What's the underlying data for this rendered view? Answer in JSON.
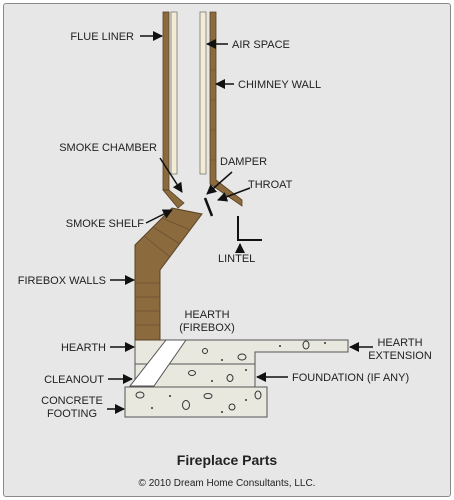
{
  "labels": {
    "flue_liner": "FLUE LINER",
    "air_space": "AIR SPACE",
    "chimney_wall": "CHIMNEY WALL",
    "smoke_chamber": "SMOKE CHAMBER",
    "damper": "DAMPER",
    "throat": "THROAT",
    "smoke_shelf": "SMOKE SHELF",
    "lintel": "LINTEL",
    "firebox_walls": "FIREBOX WALLS",
    "hearth_firebox_1": "HEARTH",
    "hearth_firebox_2": "(FIREBOX)",
    "hearth": "HEARTH",
    "hearth_extension_1": "HEARTH",
    "hearth_extension_2": "EXTENSION",
    "cleanout": "CLEANOUT",
    "foundation": "FOUNDATION (IF ANY)",
    "concrete_footing_1": "CONCRETE",
    "concrete_footing_2": "FOOTING"
  },
  "caption": {
    "title": "Fireplace Parts",
    "copyright": "© 2010 Dream Home Consultants, LLC."
  },
  "colors": {
    "background": "#e7e7e7",
    "brick": "#8b6a3e",
    "liner": "#f4ecd2",
    "concrete": "#e9e8df",
    "label_text": "#222222"
  }
}
